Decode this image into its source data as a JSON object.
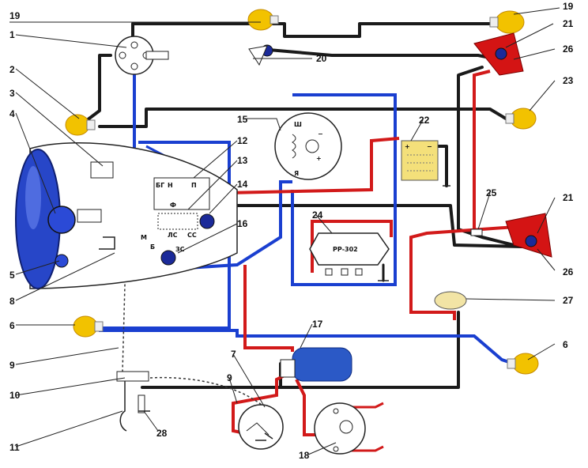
{
  "callouts": [
    "1",
    "2",
    "3",
    "4",
    "5",
    "6",
    "7",
    "8",
    "9",
    "10",
    "11",
    "12",
    "13",
    "14",
    "15",
    "16",
    "17",
    "18",
    "19",
    "20",
    "21",
    "22",
    "23",
    "25",
    "26",
    "27",
    "28"
  ],
  "regulator_label": "РР-302",
  "generator_terminals": [
    "Ш",
    "Я"
  ],
  "switch_terminals": [
    "БГ",
    "Н",
    "П",
    "Ф",
    "ЛС",
    "М",
    "СС",
    "ЗС",
    "Б"
  ],
  "colors": {
    "wire_black": "#1a1a1a",
    "wire_red": "#d21a1a",
    "wire_blue": "#1a3fd0",
    "lamp_amber": "#f2c200",
    "headlight_blue": "#2746c8",
    "tail_red": "#d41414",
    "battery_yellow": "#f4e07a",
    "coil_blue": "#2b59c6"
  },
  "icons": [
    "turn-signal-lamp-icon",
    "headlight-icon",
    "horn-icon",
    "battery-icon",
    "ignition-coil-icon",
    "brake-light-icon",
    "generator-icon",
    "relay-regulator-icon"
  ]
}
